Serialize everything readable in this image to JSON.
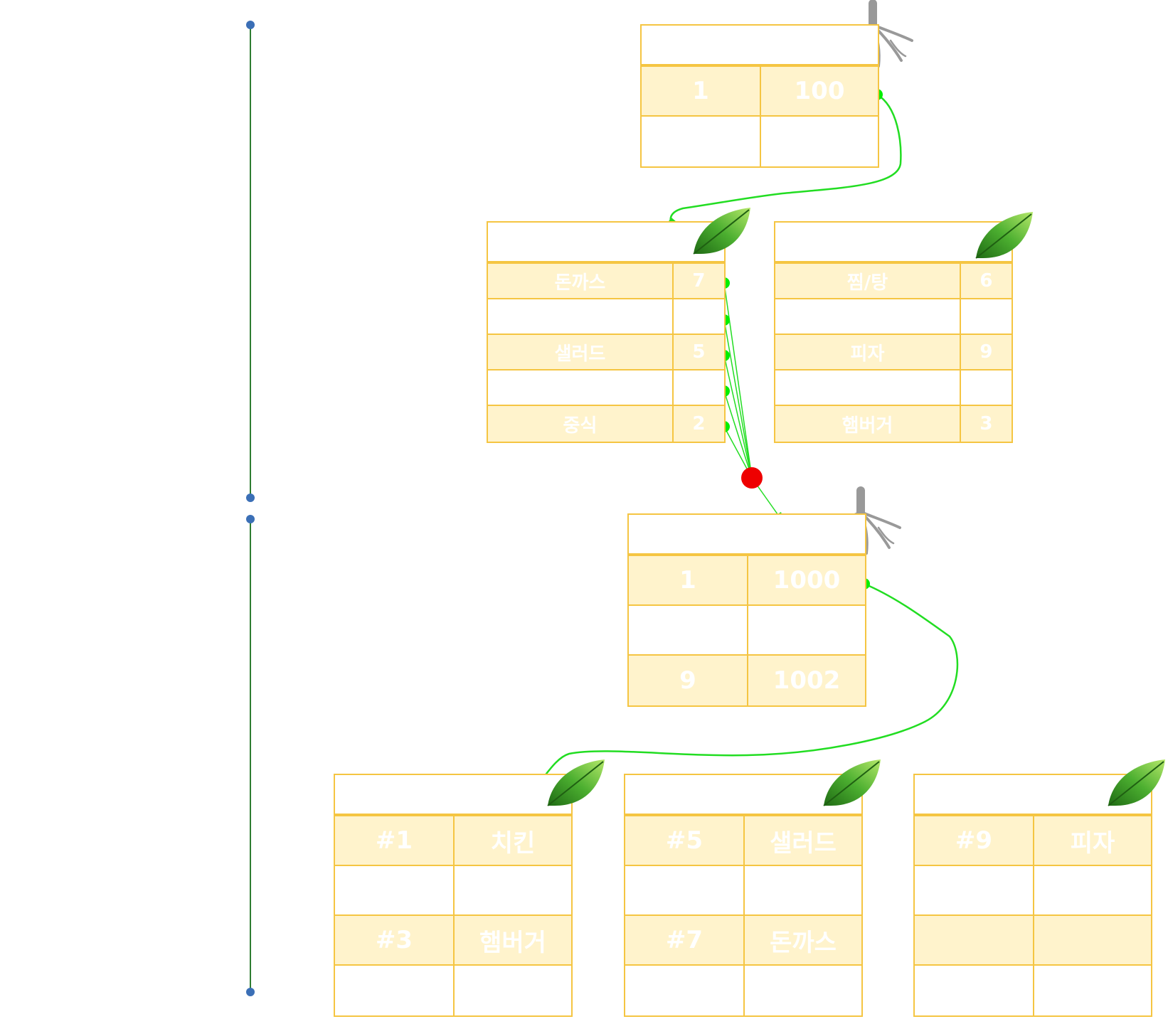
{
  "colors": {
    "border": "#f5c542",
    "row_fill": "#fff3cc",
    "link": "#22dd22",
    "dot": "#00ee00",
    "junction": "#ee0000",
    "range_line": "#2e7d32",
    "range_glow": "#c7e9a8",
    "range_end": "#3b6fb6",
    "leaf": "#4caf30",
    "root": "#999999"
  },
  "top_root": {
    "rows": [
      [
        "1",
        "100"
      ],
      [
        "",
        ""
      ]
    ]
  },
  "mid_left_leaf": {
    "rows": [
      [
        "돈까스",
        "7"
      ],
      [
        "",
        ""
      ],
      [
        "샐러드",
        "5"
      ],
      [
        "",
        ""
      ],
      [
        "중식",
        "2"
      ]
    ]
  },
  "mid_right_leaf": {
    "rows": [
      [
        "찜/탕",
        "6"
      ],
      [
        "",
        ""
      ],
      [
        "피자",
        "9"
      ],
      [
        "",
        ""
      ],
      [
        "햄버거",
        "3"
      ]
    ]
  },
  "lower_root": {
    "rows": [
      [
        "1",
        "1000"
      ],
      [
        "",
        ""
      ],
      [
        "9",
        "1002"
      ]
    ]
  },
  "bottom_leaf_1": {
    "rows": [
      [
        "#1",
        "치킨"
      ],
      [
        "",
        ""
      ],
      [
        "#3",
        "햄버거"
      ],
      [
        "",
        ""
      ]
    ]
  },
  "bottom_leaf_2": {
    "rows": [
      [
        "#5",
        "샐러드"
      ],
      [
        "",
        ""
      ],
      [
        "#7",
        "돈까스"
      ],
      [
        "",
        ""
      ]
    ]
  },
  "bottom_leaf_3": {
    "rows": [
      [
        "#9",
        "피자"
      ],
      [
        "",
        ""
      ],
      [
        "",
        ""
      ],
      [
        "",
        ""
      ]
    ]
  },
  "icons": [
    "root-icon",
    "leaf-icon"
  ]
}
